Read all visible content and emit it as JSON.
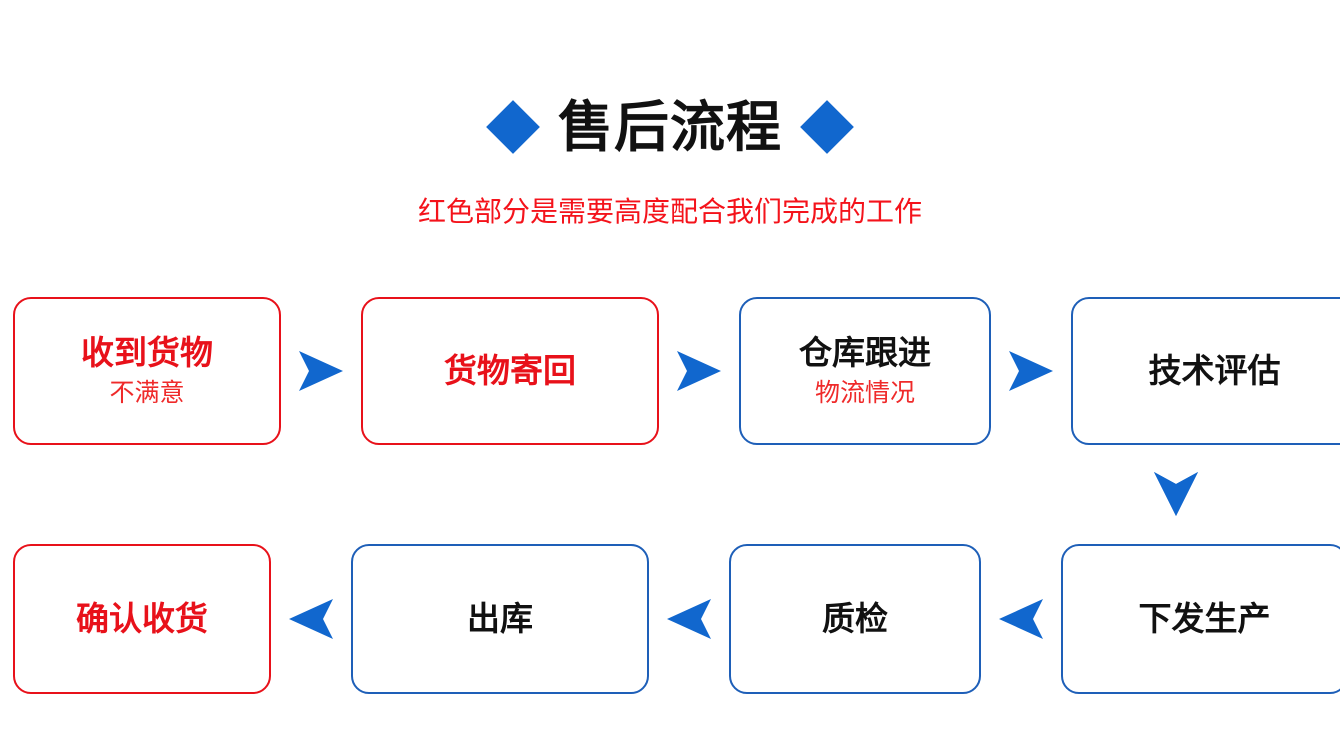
{
  "header": {
    "title": "售后流程",
    "subtitle": "红色部分是需要高度配合我们完成的工作",
    "left_diamond_icon": "diamond-icon",
    "right_diamond_icon": "diamond-icon",
    "title_color": "#111111",
    "subtitle_color": "#f4131b",
    "diamond_color": "#1167ce"
  },
  "colors": {
    "red_accent": "#e8111a",
    "blue_border": "#1e5fb8",
    "arrow_blue": "#1167ce",
    "black_text": "#111111",
    "background": "#ffffff"
  },
  "flow": {
    "row1": [
      {
        "title": "收到货物",
        "sub": "不满意",
        "border": "red",
        "title_color": "red"
      },
      {
        "title": "货物寄回",
        "sub": "",
        "border": "red",
        "title_color": "red"
      },
      {
        "title": "仓库跟进",
        "sub": "物流情况",
        "border": "blue",
        "title_color": "black"
      },
      {
        "title": "技术评估",
        "sub": "",
        "border": "blue",
        "title_color": "black"
      }
    ],
    "row2": [
      {
        "title": "确认收货",
        "sub": "",
        "border": "red",
        "title_color": "red"
      },
      {
        "title": "出库",
        "sub": "",
        "border": "blue",
        "title_color": "black"
      },
      {
        "title": "质检",
        "sub": "",
        "border": "blue",
        "title_color": "black"
      },
      {
        "title": "下发生产",
        "sub": "",
        "border": "blue",
        "title_color": "black"
      }
    ],
    "arrows": {
      "row1_direction": "right",
      "row2_direction": "left",
      "connector_direction": "down",
      "row1_icon": "arrow-right-icon",
      "row2_icon": "arrow-left-icon",
      "connector_icon": "arrow-down-icon"
    }
  }
}
